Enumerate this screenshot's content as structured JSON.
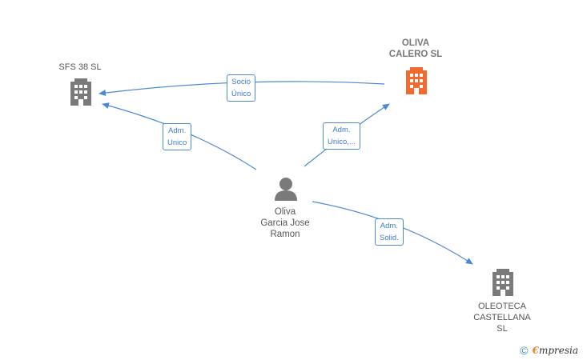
{
  "nodes": {
    "sfs38": {
      "label": "SFS 38  SL"
    },
    "oliva_calero": {
      "label": "OLIVA\nCALERO  SL"
    },
    "person": {
      "label": "Oliva\nGarcia Jose\nRamon"
    },
    "oleoteca": {
      "label": "OLEOTECA\nCASTELLANA\nSL"
    }
  },
  "edges": {
    "socio_unico": {
      "label": "Socio\nÚnico"
    },
    "adm_unico_sfs": {
      "label": "Adm.\nUnico"
    },
    "adm_unico_oliva": {
      "label": "Adm.\nUnico,..."
    },
    "adm_solid": {
      "label": "Adm.\nSolid."
    }
  },
  "footer": {
    "copyright": "©",
    "brand_initial": "€",
    "brand_rest": "mpresia"
  },
  "colors": {
    "building_gray": "#7a7a7a",
    "building_highlight": "#f26a2e",
    "edge_blue": "#4a8ad4",
    "person_gray": "#7a7a7a"
  }
}
